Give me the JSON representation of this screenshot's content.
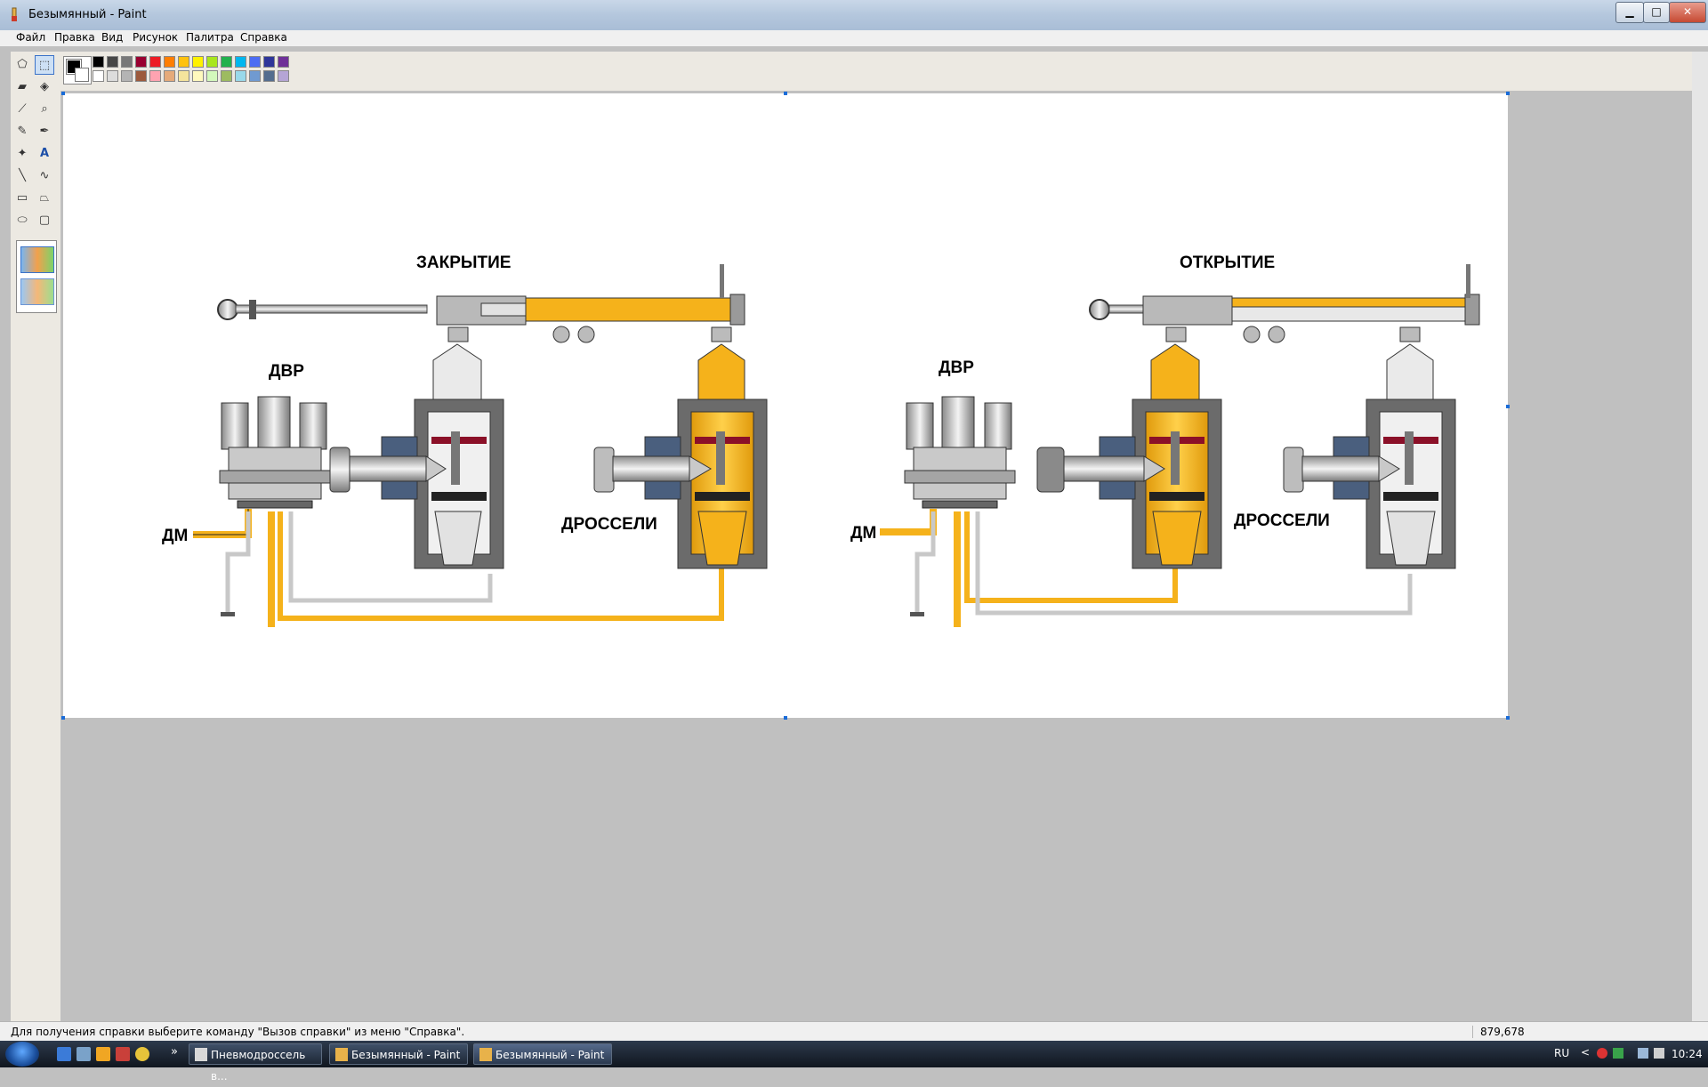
{
  "window": {
    "title": "Безымянный - Paint",
    "min_glyph": "▁",
    "max_glyph": "□",
    "close_glyph": "✕"
  },
  "menu": {
    "items": [
      "Файл",
      "Правка",
      "Вид",
      "Рисунок",
      "Палитра",
      "Справка"
    ]
  },
  "tools": {
    "icons": [
      "free-select-icon",
      "rect-select-icon",
      "eraser-icon",
      "fill-icon",
      "color-picker-icon",
      "magnifier-icon",
      "pencil-icon",
      "brush-icon",
      "airbrush-icon",
      "text-icon",
      "line-icon",
      "curve-icon",
      "rectangle-icon",
      "polygon-icon",
      "ellipse-icon",
      "rounded-rect-icon"
    ],
    "glyphs": [
      "⬠",
      "⬚",
      "▰",
      "◈",
      "⟋",
      "⌕",
      "✎",
      "✒",
      "✦",
      "A",
      "╲",
      "∿",
      "▭",
      "⏢",
      "⬭",
      "▢"
    ],
    "selected_index": 1
  },
  "palette": {
    "foreground": "#000000",
    "background": "#ffffff",
    "top_row": [
      "#000000",
      "#464646",
      "#787878",
      "#990030",
      "#ed1c24",
      "#ff7e00",
      "#ffc20e",
      "#fff200",
      "#a8e61d",
      "#22b14c",
      "#00b7ef",
      "#4d6df3",
      "#2f3699",
      "#6f3198"
    ],
    "bottom_row": [
      "#ffffff",
      "#dcdcdc",
      "#b4b4b4",
      "#9c5a3c",
      "#ffa3b1",
      "#e5aa7a",
      "#f5e49c",
      "#fff9bd",
      "#d3f9bc",
      "#9dbb61",
      "#99d9ea",
      "#709ad1",
      "#546d8e",
      "#b5a5d5"
    ]
  },
  "drawing": {
    "left_title": "ЗАКРЫТИЕ",
    "right_title": "ОТКРЫТИЕ",
    "dvr_label": "ДВР",
    "dm_label": "ДМ",
    "drosseli_label": "ДРОССЕЛИ",
    "colors": {
      "oil_yellow": "#f5b21b",
      "body_gray": "#6b6b6b",
      "steel_blue": "#4a5f7e",
      "seal_red": "#8b1028",
      "metal_light": "#d9d9d9"
    }
  },
  "status": {
    "help_text": "Для получения справки выберите команду \"Вызов справки\" из меню \"Справка\".",
    "coords": "879,678"
  },
  "taskbar": {
    "items": [
      {
        "label": "Пневмодроссель в...",
        "active": false
      },
      {
        "label": "Безымянный - Paint",
        "active": false
      },
      {
        "label": "Безымянный - Paint",
        "active": true
      }
    ],
    "overflow": "»",
    "lang": "RU",
    "clock": "10:24",
    "tray_chevron": "<"
  }
}
